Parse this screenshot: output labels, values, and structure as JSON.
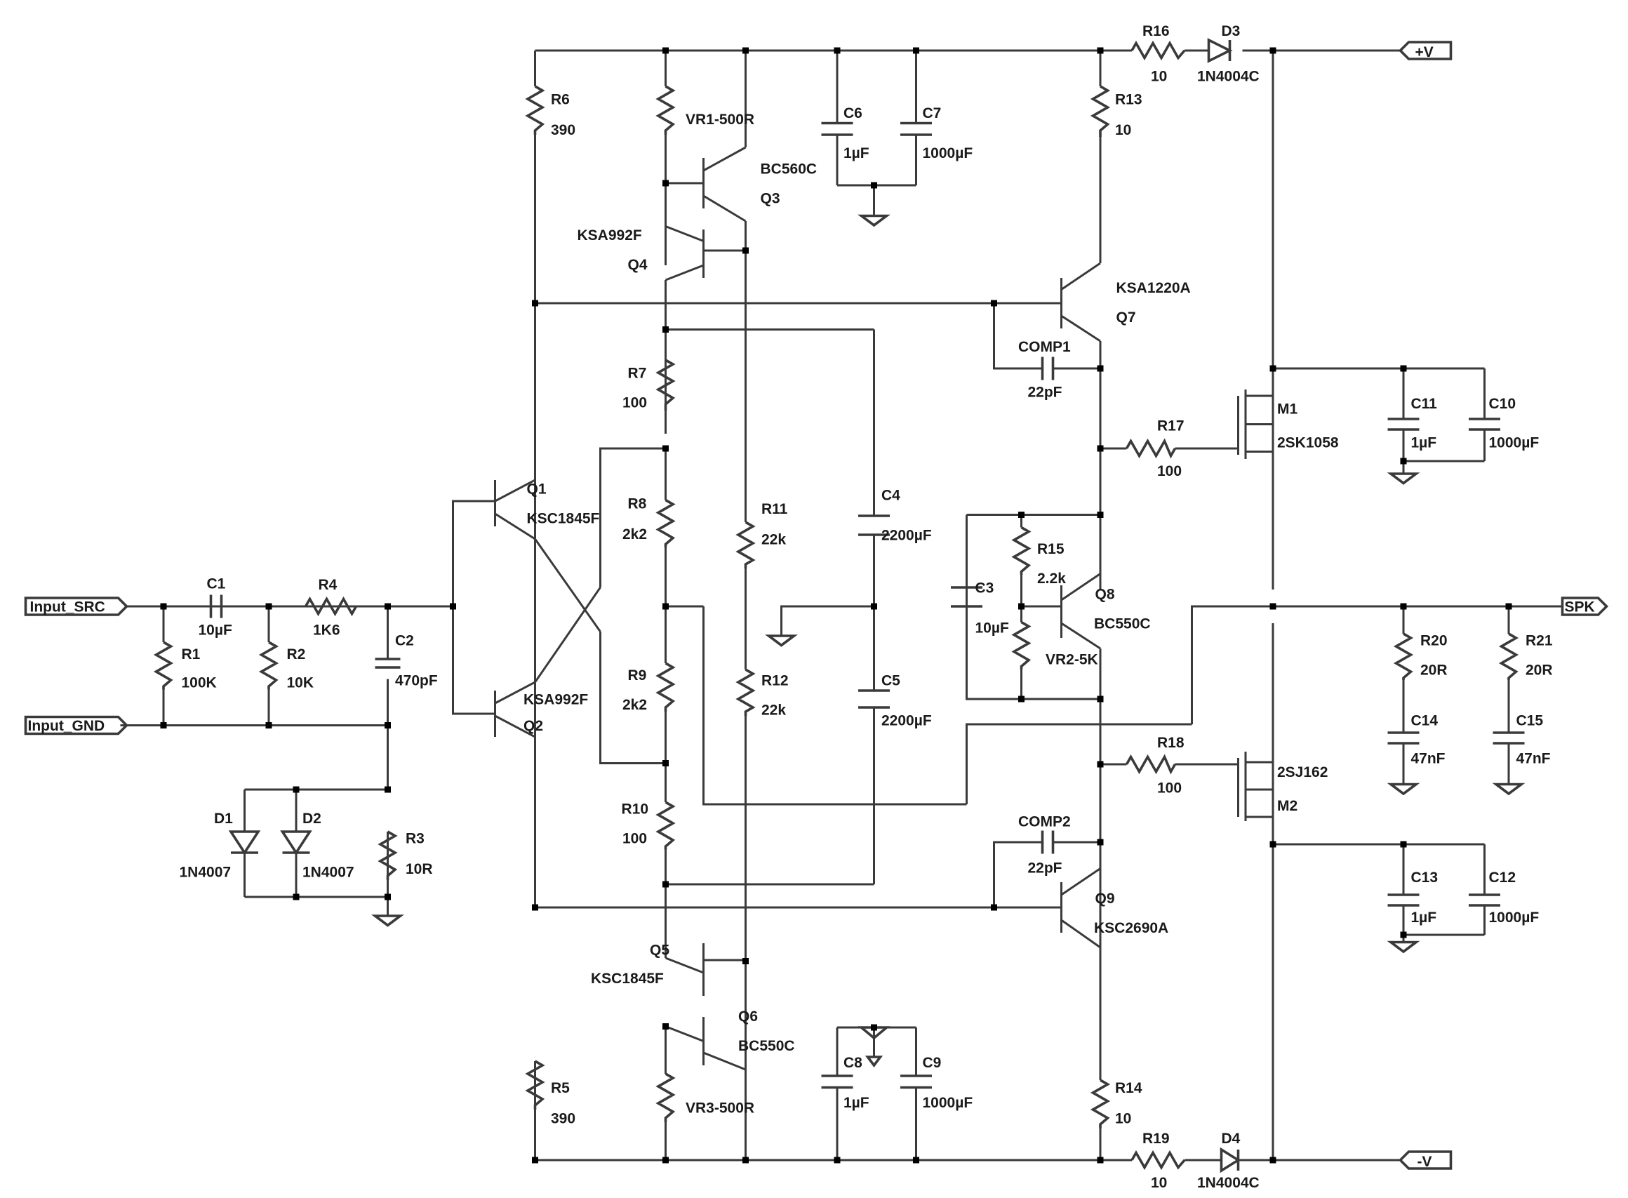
{
  "ports": {
    "input_src": "Input_SRC",
    "input_gnd": "Input_GND",
    "vpos": "+V",
    "vneg": "-V",
    "spk": "SPK"
  },
  "parts": {
    "R1": {
      "ref": "R1",
      "value": "100K"
    },
    "R2": {
      "ref": "R2",
      "value": "10K"
    },
    "R3": {
      "ref": "R3",
      "value": "10R"
    },
    "R4": {
      "ref": "R4",
      "value": "1K6"
    },
    "R5": {
      "ref": "R5",
      "value": "390"
    },
    "R6": {
      "ref": "R6",
      "value": "390"
    },
    "R7": {
      "ref": "R7",
      "value": "100"
    },
    "R8": {
      "ref": "R8",
      "value": "2k2"
    },
    "R9": {
      "ref": "R9",
      "value": "2k2"
    },
    "R10": {
      "ref": "R10",
      "value": "100"
    },
    "R11": {
      "ref": "R11",
      "value": "22k"
    },
    "R12": {
      "ref": "R12",
      "value": "22k"
    },
    "R13": {
      "ref": "R13",
      "value": "10"
    },
    "R14": {
      "ref": "R14",
      "value": "10"
    },
    "R15": {
      "ref": "R15",
      "value": "2.2k"
    },
    "R16": {
      "ref": "R16",
      "value": "10"
    },
    "R17": {
      "ref": "R17",
      "value": "100"
    },
    "R18": {
      "ref": "R18",
      "value": "100"
    },
    "R19": {
      "ref": "R19",
      "value": "10"
    },
    "R20": {
      "ref": "R20",
      "value": "20R"
    },
    "R21": {
      "ref": "R21",
      "value": "20R"
    },
    "VR1": {
      "ref": "VR1-500R"
    },
    "VR2": {
      "ref": "VR2-5K"
    },
    "VR3": {
      "ref": "VR3-500R"
    },
    "C1": {
      "ref": "C1",
      "value": "10µF"
    },
    "C2": {
      "ref": "C2",
      "value": "470pF"
    },
    "C3": {
      "ref": "C3",
      "value": "10µF"
    },
    "C4": {
      "ref": "C4",
      "value": "2200µF"
    },
    "C5": {
      "ref": "C5",
      "value": "2200µF"
    },
    "C6": {
      "ref": "C6",
      "value": "1µF"
    },
    "C7": {
      "ref": "C7",
      "value": "1000µF"
    },
    "C8": {
      "ref": "C8",
      "value": "1µF"
    },
    "C9": {
      "ref": "C9",
      "value": "1000µF"
    },
    "C10": {
      "ref": "C10",
      "value": "1000µF"
    },
    "C11": {
      "ref": "C11",
      "value": "1µF"
    },
    "C12": {
      "ref": "C12",
      "value": "1000µF"
    },
    "C13": {
      "ref": "C13",
      "value": "1µF"
    },
    "C14": {
      "ref": "C14",
      "value": "47nF"
    },
    "C15": {
      "ref": "C15",
      "value": "47nF"
    },
    "COMP1": {
      "ref": "COMP1",
      "value": "22pF"
    },
    "COMP2": {
      "ref": "COMP2",
      "value": "22pF"
    },
    "D1": {
      "ref": "D1",
      "value": "1N4007"
    },
    "D2": {
      "ref": "D2",
      "value": "1N4007"
    },
    "D3": {
      "ref": "D3",
      "value": "1N4004C"
    },
    "D4": {
      "ref": "D4",
      "value": "1N4004C"
    },
    "Q1": {
      "ref": "Q1",
      "value": "KSC1845F"
    },
    "Q2": {
      "ref": "Q2",
      "value": "KSA992F"
    },
    "Q3": {
      "ref": "Q3",
      "value": "BC560C"
    },
    "Q4": {
      "ref": "Q4",
      "value": "KSA992F"
    },
    "Q5": {
      "ref": "Q5",
      "value": "KSC1845F"
    },
    "Q6": {
      "ref": "Q6",
      "value": "BC550C"
    },
    "Q7": {
      "ref": "Q7",
      "value": "KSA1220A"
    },
    "Q8": {
      "ref": "Q8",
      "value": "BC550C"
    },
    "Q9": {
      "ref": "Q9",
      "value": "KSC2690A"
    },
    "M1": {
      "ref": "M1",
      "value": "2SK1058"
    },
    "M2": {
      "ref": "M2",
      "value": "2SJ162"
    }
  }
}
